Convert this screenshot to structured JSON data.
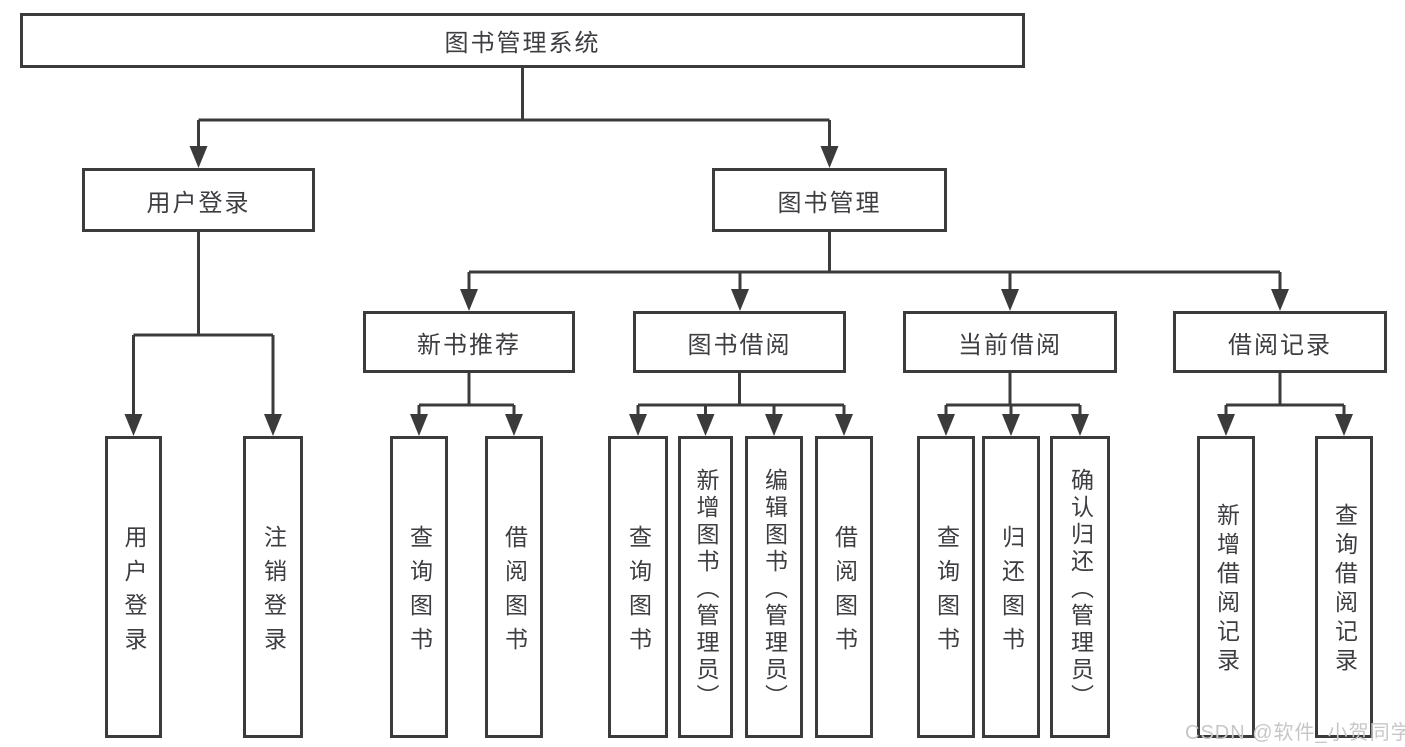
{
  "colors": {
    "line": "#3b3b3b",
    "text": "#3d3d42",
    "watermark": "#c7c7c7",
    "box_fill": "#ffffff"
  },
  "watermark": {
    "text": "CSDN @软件_小贺同学"
  },
  "tree": {
    "root": "图书管理系统",
    "branches": [
      {
        "label": "用户登录",
        "children": [
          "用户登录",
          "注销登录"
        ]
      },
      {
        "label": "图书管理",
        "sections": [
          {
            "label": "新书推荐",
            "children": [
              "查询图书",
              "借阅图书"
            ]
          },
          {
            "label": "图书借阅",
            "children": [
              "查询图书",
              "新增图书（管理员）",
              "编辑图书（管理员）",
              "借阅图书"
            ]
          },
          {
            "label": "当前借阅",
            "children": [
              "查询图书",
              "归还图书",
              "确认归还（管理员）"
            ]
          },
          {
            "label": "借阅记录",
            "children": [
              "新增借阅记录",
              "查询借阅记录"
            ]
          }
        ]
      }
    ]
  }
}
